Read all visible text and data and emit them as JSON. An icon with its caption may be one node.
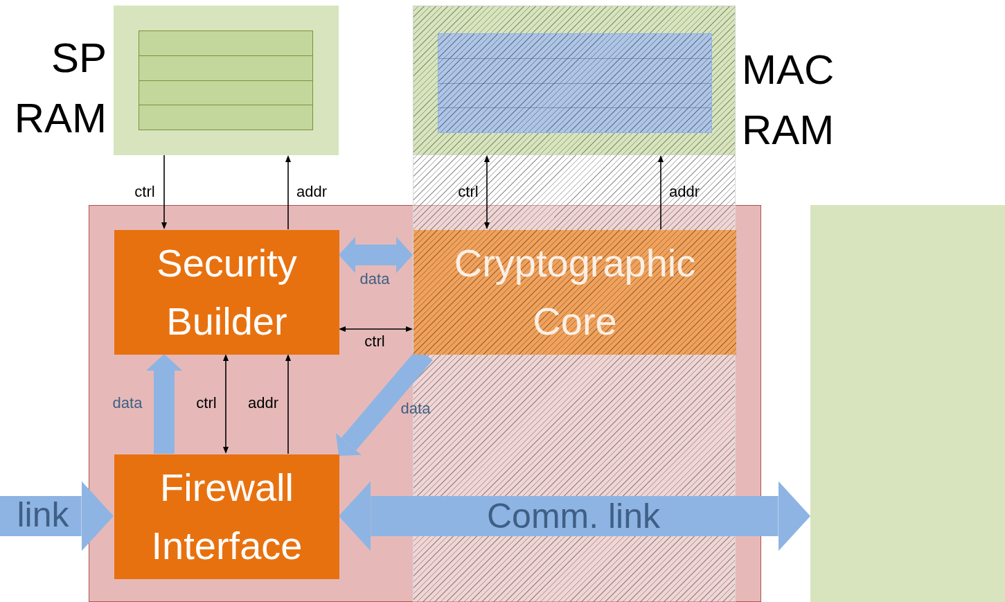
{
  "diagram": {
    "nodes": [
      {
        "text": [
          "SP RAM"
        ]
      },
      {
        "text": [],
        "shape": "box",
        "in": 0
      },
      {
        "text": [
          "MAC RAM"
        ]
      },
      {
        "text": [],
        "shape": "box",
        "in": 2
      },
      {
        "text": [],
        "shape": "box"
      },
      {
        "text": [
          "Security Builder"
        ],
        "in": 4
      },
      {
        "text": [
          "Cryptographic Core"
        ],
        "in": 4
      },
      {
        "text": [
          "Firewall Interface"
        ],
        "in": 4
      },
      {
        "text": [],
        "shape": "box"
      }
    ],
    "edges": [
      {
        "from": 0,
        "to": 5,
        "arrow": "to",
        "label": "ctrl"
      },
      {
        "from": 5,
        "to": 0,
        "arrow": "to",
        "label": "addr"
      },
      {
        "from": 6,
        "to": 2,
        "arrow": "both",
        "label": "ctrl"
      },
      {
        "from": 6,
        "to": 2,
        "arrow": "to",
        "label": "addr"
      },
      {
        "from": 5,
        "to": 6,
        "arrow": "both",
        "label": "data",
        "style": "thick",
        "color": "#8eb4e3"
      },
      {
        "from": 5,
        "to": 6,
        "arrow": "both",
        "label": "ctrl"
      },
      {
        "from": 7,
        "to": 5,
        "arrow": "to",
        "label": "data",
        "style": "thick",
        "color": "#8eb4e3"
      },
      {
        "from": 5,
        "to": 7,
        "arrow": "both",
        "label": "ctrl"
      },
      {
        "from": 7,
        "to": 5,
        "arrow": "to",
        "label": "addr"
      },
      {
        "from": 6,
        "to": 7,
        "arrow": "to",
        "label": "data",
        "style": "thick",
        "color": "#8eb4e3"
      },
      {
        "from": null,
        "to": 7,
        "arrow": "to",
        "label": "link",
        "style": "thick",
        "color": "#8eb4e3"
      },
      {
        "from": 7,
        "to": 8,
        "arrow": "both",
        "label": "Comm. link",
        "style": "thick",
        "color": "#8eb4e3"
      }
    ]
  }
}
